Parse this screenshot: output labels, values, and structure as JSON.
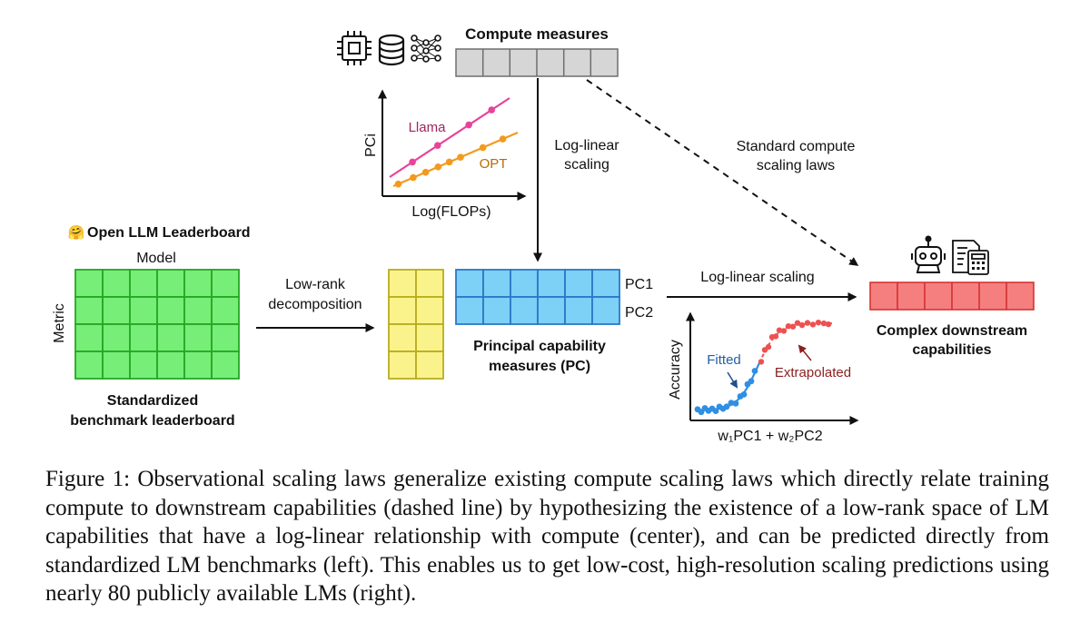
{
  "figure": {
    "compute_title": "Compute measures",
    "pc_axis_label": "PCi",
    "flops_axis_label": "Log(FLOPs)",
    "llama_label": "Llama",
    "opt_label": "OPT",
    "log_linear_scaling_vertical": [
      "Log-linear",
      "scaling"
    ],
    "standard_laws": [
      "Standard compute",
      "scaling laws"
    ],
    "leaderboard_title": "Open LLM Leaderboard",
    "leaderboard_emoji": "🤗",
    "model_label": "Model",
    "metric_label": "Metric",
    "leaderboard_caption": [
      "Standardized",
      "benchmark leaderboard"
    ],
    "low_rank": [
      "Low-rank",
      "decomposition"
    ],
    "pc_caption": [
      "Principal capability",
      "measures (PC)"
    ],
    "pc1": "PC1",
    "pc2": "PC2",
    "log_linear_scaling_horizontal": "Log-linear scaling",
    "downstream_caption": [
      "Complex downstream",
      "capabilities"
    ],
    "accuracy_label": "Accuracy",
    "fitted_label": "Fitted",
    "extrapolated_label": "Extrapolated",
    "combo_axis_label": "w₁PC1 + w₂PC2",
    "icons": [
      "cpu-chip-icon",
      "database-icon",
      "neural-network-icon",
      "robot-icon",
      "checklist-icon",
      "calculator-icon"
    ],
    "colors": {
      "leaderboard_fill": "#77ee77",
      "leaderboard_stroke": "#23a823",
      "yellow_fill": "#faf38c",
      "yellow_stroke": "#b8ad1e",
      "pc_fill": "#7dd0f6",
      "pc_stroke": "#2a78c8",
      "gray_fill": "#d6d6d6",
      "gray_stroke": "#6e6e6e",
      "red_fill": "#f57f7f",
      "red_stroke": "#d12b2b",
      "llama": "#e8439a",
      "opt": "#f39a1e",
      "fitted": "#2f8fe3",
      "extrapolated": "#ee5151"
    }
  },
  "caption": "Figure 1: Observational scaling laws generalize existing compute scaling laws which directly relate training compute to downstream capabilities (dashed line) by hypothesizing the existence of a low-rank space of LM capabilities that have a log-linear relationship with compute (center), and can be predicted directly from standardized LM benchmarks (left). This enables us to get low-cost, high-resolution scaling predictions using nearly 80 publicly available LMs (right)."
}
